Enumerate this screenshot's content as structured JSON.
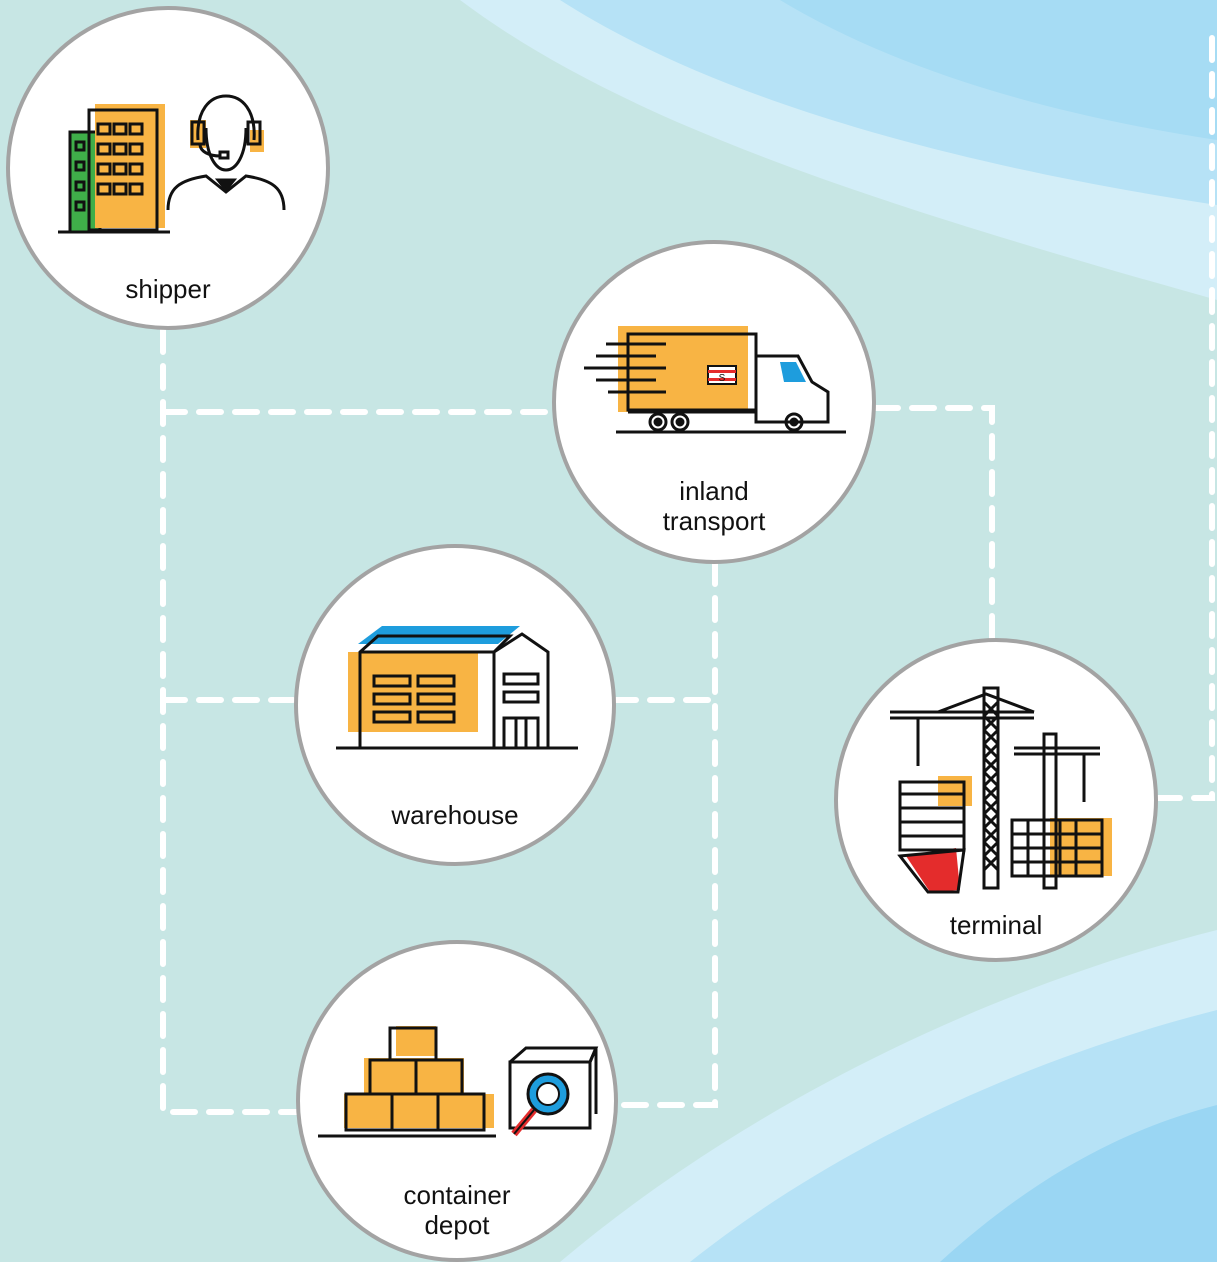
{
  "colors": {
    "background": "#c7e6e4",
    "wave_light": "#d3eef8",
    "wave_mid": "#b6e2f6",
    "wave_dark": "#9ad6f3",
    "connector": "#ffffff",
    "node_border": "#a3a3a3",
    "accent_orange": "#f8b444",
    "accent_green": "#3fae49",
    "accent_blue": "#1e9ddd",
    "accent_red": "#e42c2c"
  },
  "nodes": {
    "shipper": {
      "label": "shipper",
      "icon": "office-building-and-headset-agent-icon"
    },
    "inland_transport": {
      "label": "inland\ntransport",
      "icon": "delivery-truck-icon"
    },
    "warehouse": {
      "label": "warehouse",
      "icon": "warehouse-building-icon"
    },
    "terminal": {
      "label": "terminal",
      "icon": "port-cranes-and-ship-icon"
    },
    "container_depot": {
      "label": "container\ndepot",
      "icon": "stacked-boxes-and-inspection-icon"
    }
  }
}
